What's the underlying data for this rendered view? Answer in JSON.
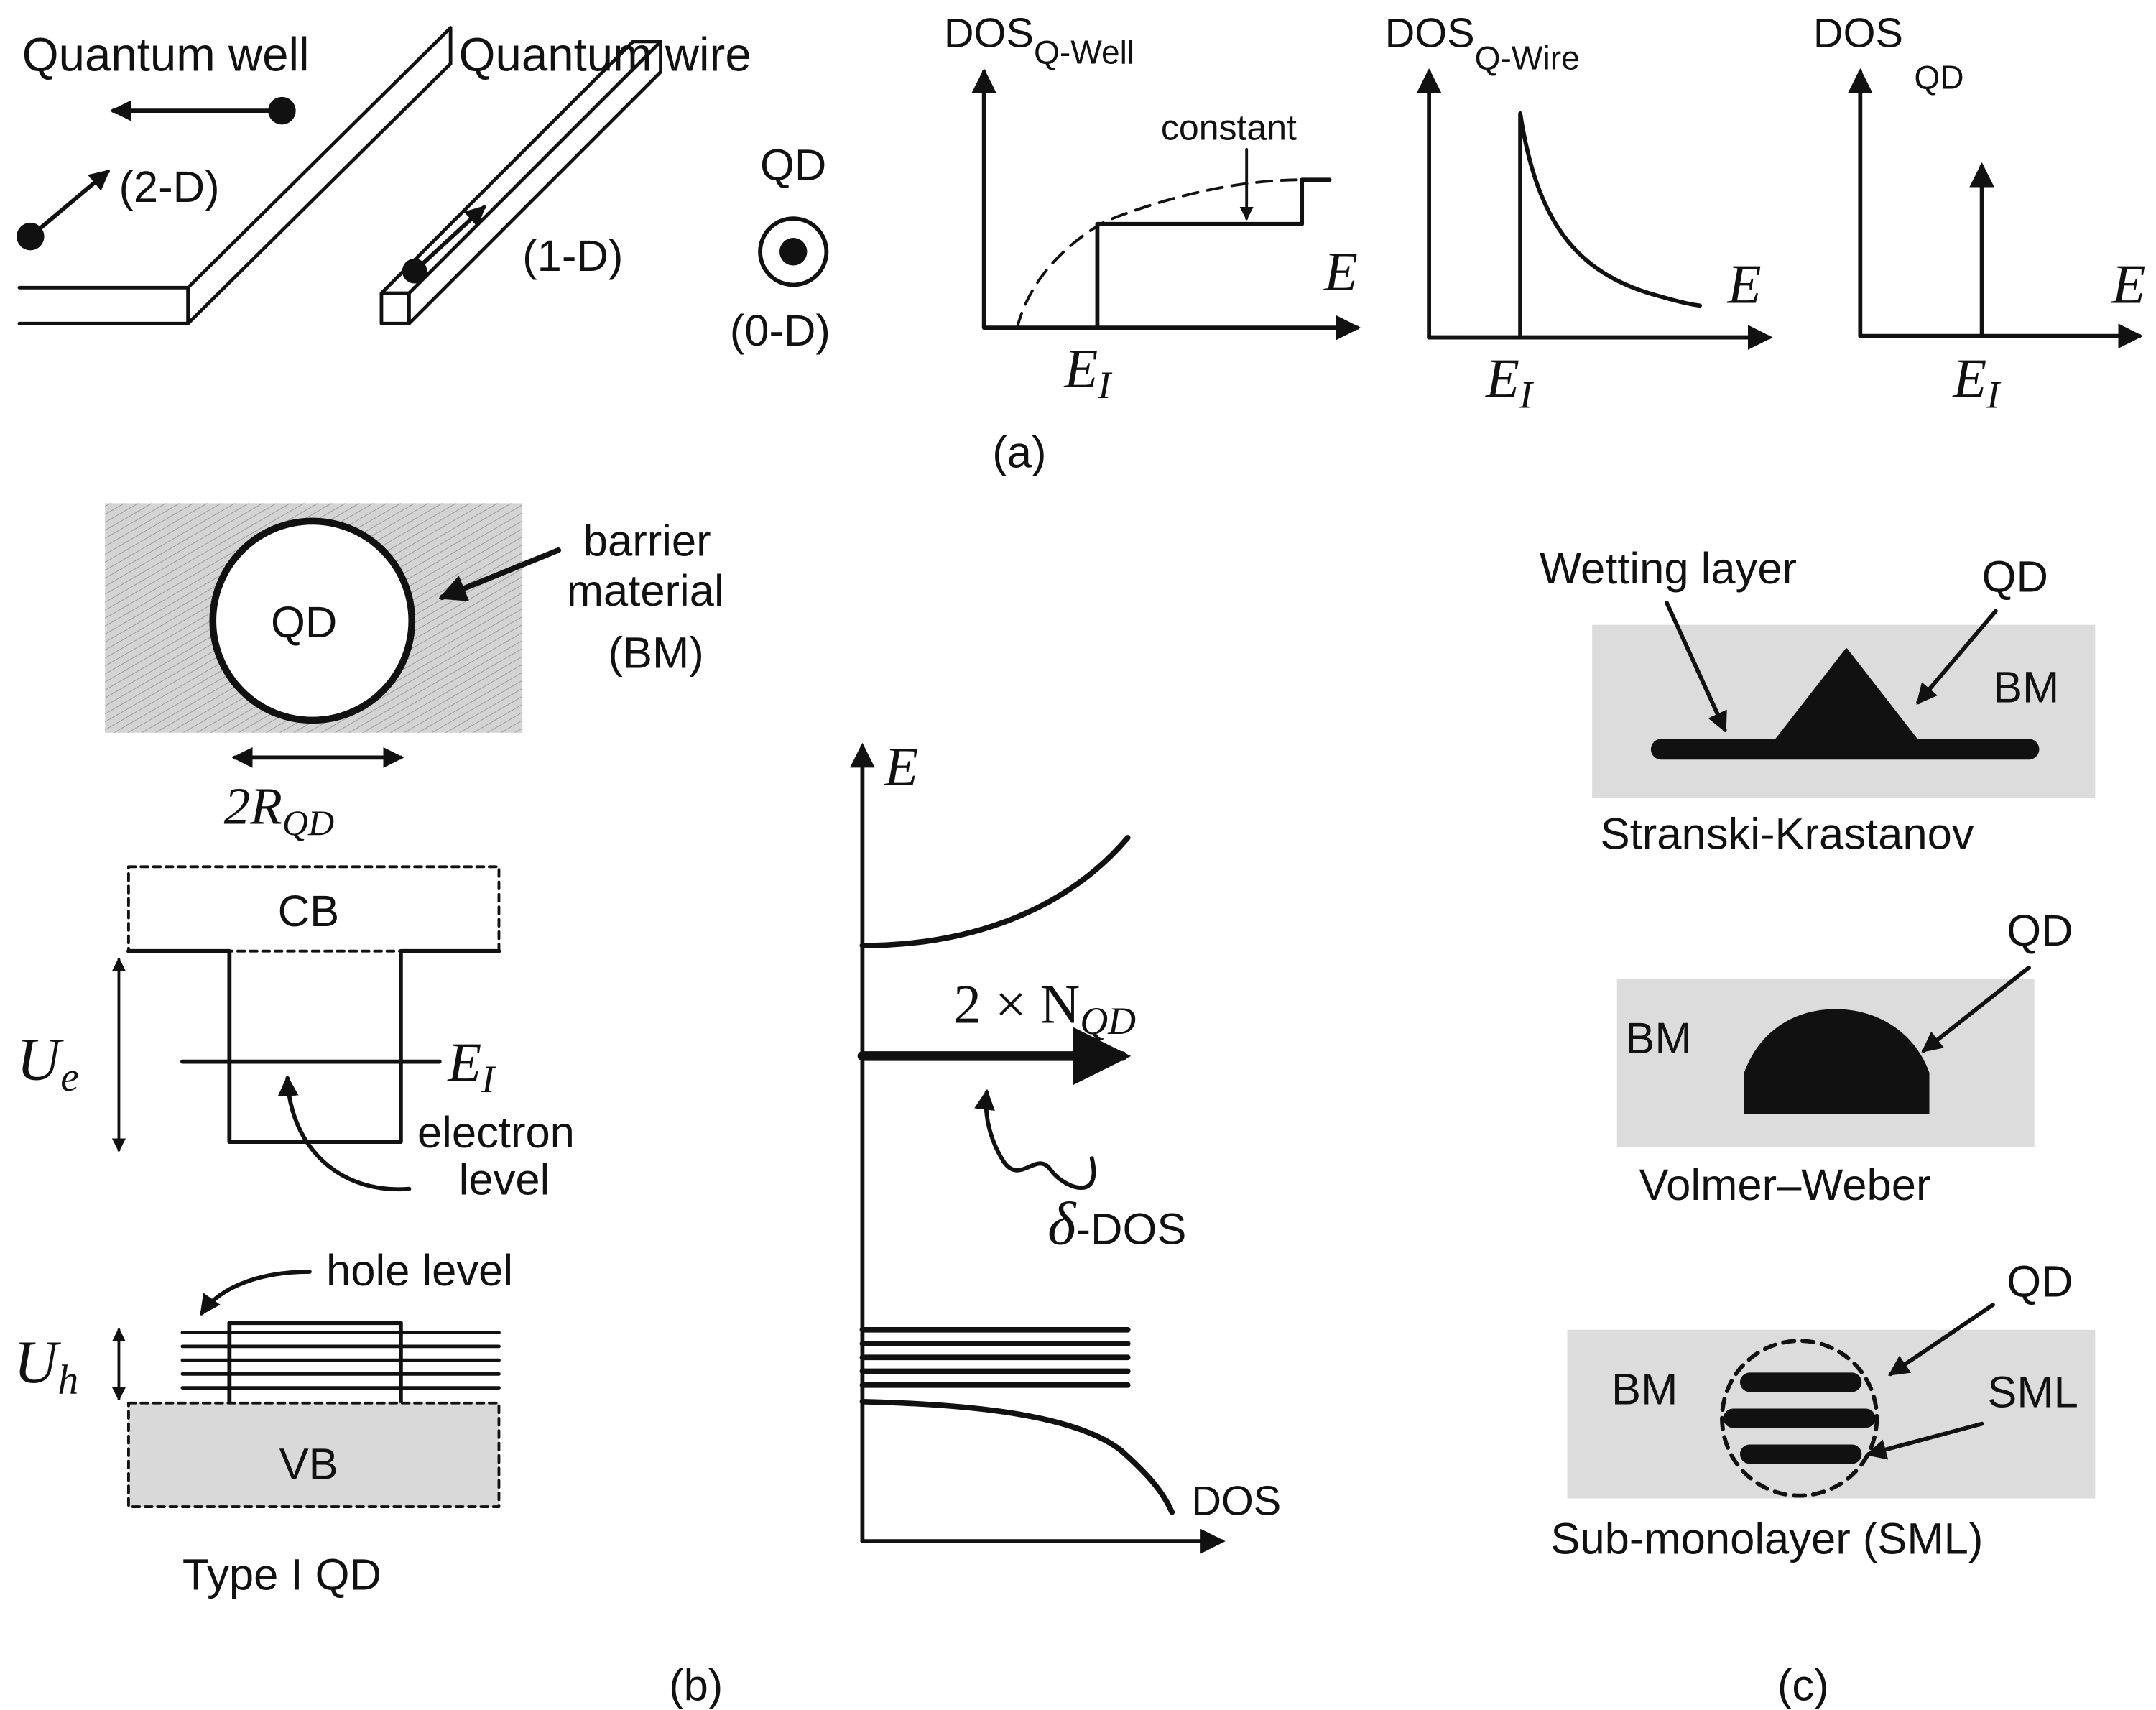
{
  "panel_a": {
    "quantum_well_label": "Quantum well",
    "quantum_wire_label": "Quantum wire",
    "dim_2d": "(2-D)",
    "dim_1d": "(1-D)",
    "qd_label": "QD",
    "dim_0d": "(0-D)",
    "dos_well_main": "DOS",
    "dos_well_sub": "Q-Well",
    "dos_wire_main": "DOS",
    "dos_wire_sub": "Q-Wire",
    "dos_qd_main": "DOS",
    "dos_qd_sub": "QD",
    "constant_label": "constant",
    "energy_axis": "E",
    "ei_main": "E",
    "ei_sub": "I",
    "caption": "(a)"
  },
  "panel_b": {
    "qd_label": "QD",
    "barrier_line1": "barrier",
    "barrier_line2": "material",
    "barrier_line3": "(BM)",
    "radius_main": "2R",
    "radius_sub": "QD",
    "cb_label": "CB",
    "ue_main": "U",
    "ue_sub": "e",
    "ei_main": "E",
    "ei_sub": "I",
    "electron_line1": "electron",
    "electron_line2": "level",
    "hole_level": "hole level",
    "uh_main": "U",
    "uh_sub": "h",
    "vb_label": "VB",
    "type_label": "Type I QD",
    "energy_axis": "E",
    "n_qd_prefix": "2 × N",
    "n_qd_sub": "QD",
    "delta_symbol": "δ",
    "delta_suffix": "-DOS",
    "dos_axis": "DOS",
    "caption": "(b)"
  },
  "panel_c": {
    "wetting_layer": "Wetting layer",
    "qd_label": "QD",
    "bm_label": "BM",
    "sk_label": "Stranski-Krastanov",
    "vw_label": "Volmer–Weber",
    "sml_label": "SML",
    "sml_full": "Sub-monolayer (SML)",
    "caption": "(c)"
  },
  "colors": {
    "ink": "#111111",
    "barrier_fill": "#dcdcdc",
    "hatch_fill": "#d6d6d6"
  }
}
